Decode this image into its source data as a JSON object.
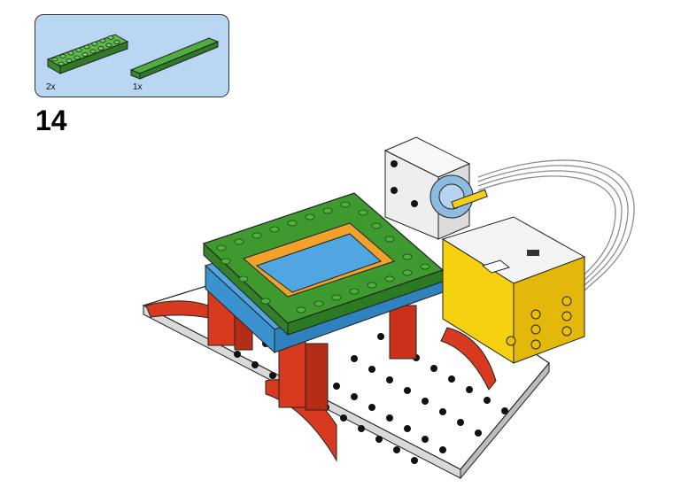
{
  "parts_callout": {
    "parts": [
      {
        "name": "green-plate-2x8",
        "quantity_label": "2x",
        "color": "#4aa63a"
      },
      {
        "name": "green-tile-1x8",
        "quantity_label": "1x",
        "color": "#3f9a34"
      }
    ],
    "background_color": "#b9d6f2"
  },
  "step": {
    "number": "14"
  },
  "model": {
    "colors": {
      "base_plate": "#ffffff",
      "red": "#d83a20",
      "green": "#3e9a2f",
      "blue": "#3f9ad6",
      "orange": "#f2a12a",
      "yellow": "#f5d10f",
      "hub_white": "#f4f4f4",
      "cable": "#9a9a9a"
    }
  }
}
